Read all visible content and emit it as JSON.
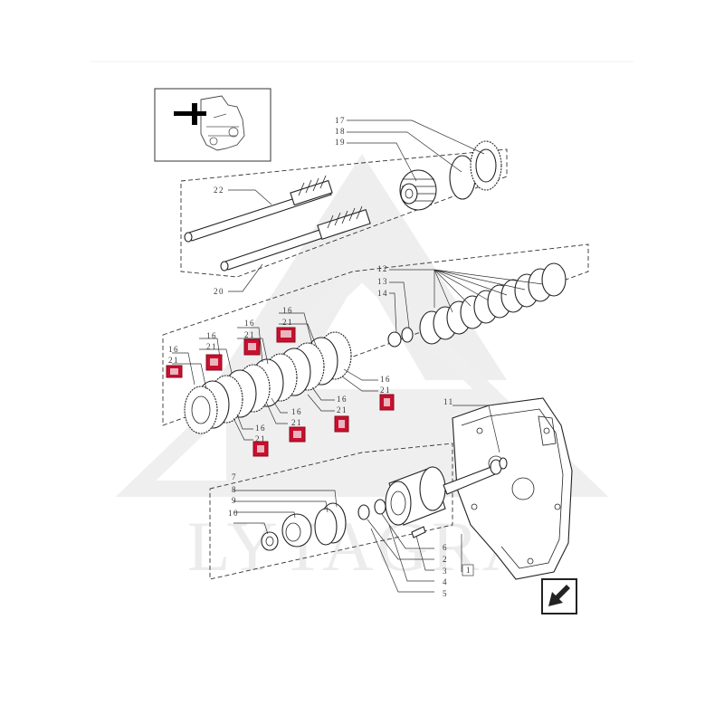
{
  "watermark": {
    "text": "LYTAGRA",
    "color": "#ececec"
  },
  "colors": {
    "hotspot": "#c8102e",
    "line": "#222222"
  },
  "thumbnail": {
    "icon": "tractor-transmission-thumbnail-icon"
  },
  "nav": {
    "icon": "next-page-arrow-icon"
  },
  "labels": {
    "l17": "17",
    "l18": "18",
    "l19": "19",
    "l22": "22",
    "l20": "20",
    "l12": "12",
    "l13": "13",
    "l14": "14",
    "l11": "11",
    "l16a": "16",
    "l21a": "21",
    "l16b": "16",
    "l21b": "21",
    "l16c": "16",
    "l21c": "21",
    "l16d": "16",
    "l21d": "21",
    "l16e": "16",
    "l21e": "21",
    "l16f": "16",
    "l21f": "21",
    "l16g": "16",
    "l21g": "21",
    "l16h": "16",
    "l21h": "21",
    "l7": "7",
    "l8": "8",
    "l9": "9",
    "l10": "10",
    "l6": "6",
    "l2": "2",
    "l3": "3",
    "l4": "4",
    "l5": "5",
    "l1": "1"
  },
  "hotspots": [
    {
      "id": "hotspot-1"
    },
    {
      "id": "hotspot-2"
    },
    {
      "id": "hotspot-3"
    },
    {
      "id": "hotspot-4"
    },
    {
      "id": "hotspot-5"
    },
    {
      "id": "hotspot-6"
    },
    {
      "id": "hotspot-7"
    },
    {
      "id": "hotspot-8"
    }
  ]
}
